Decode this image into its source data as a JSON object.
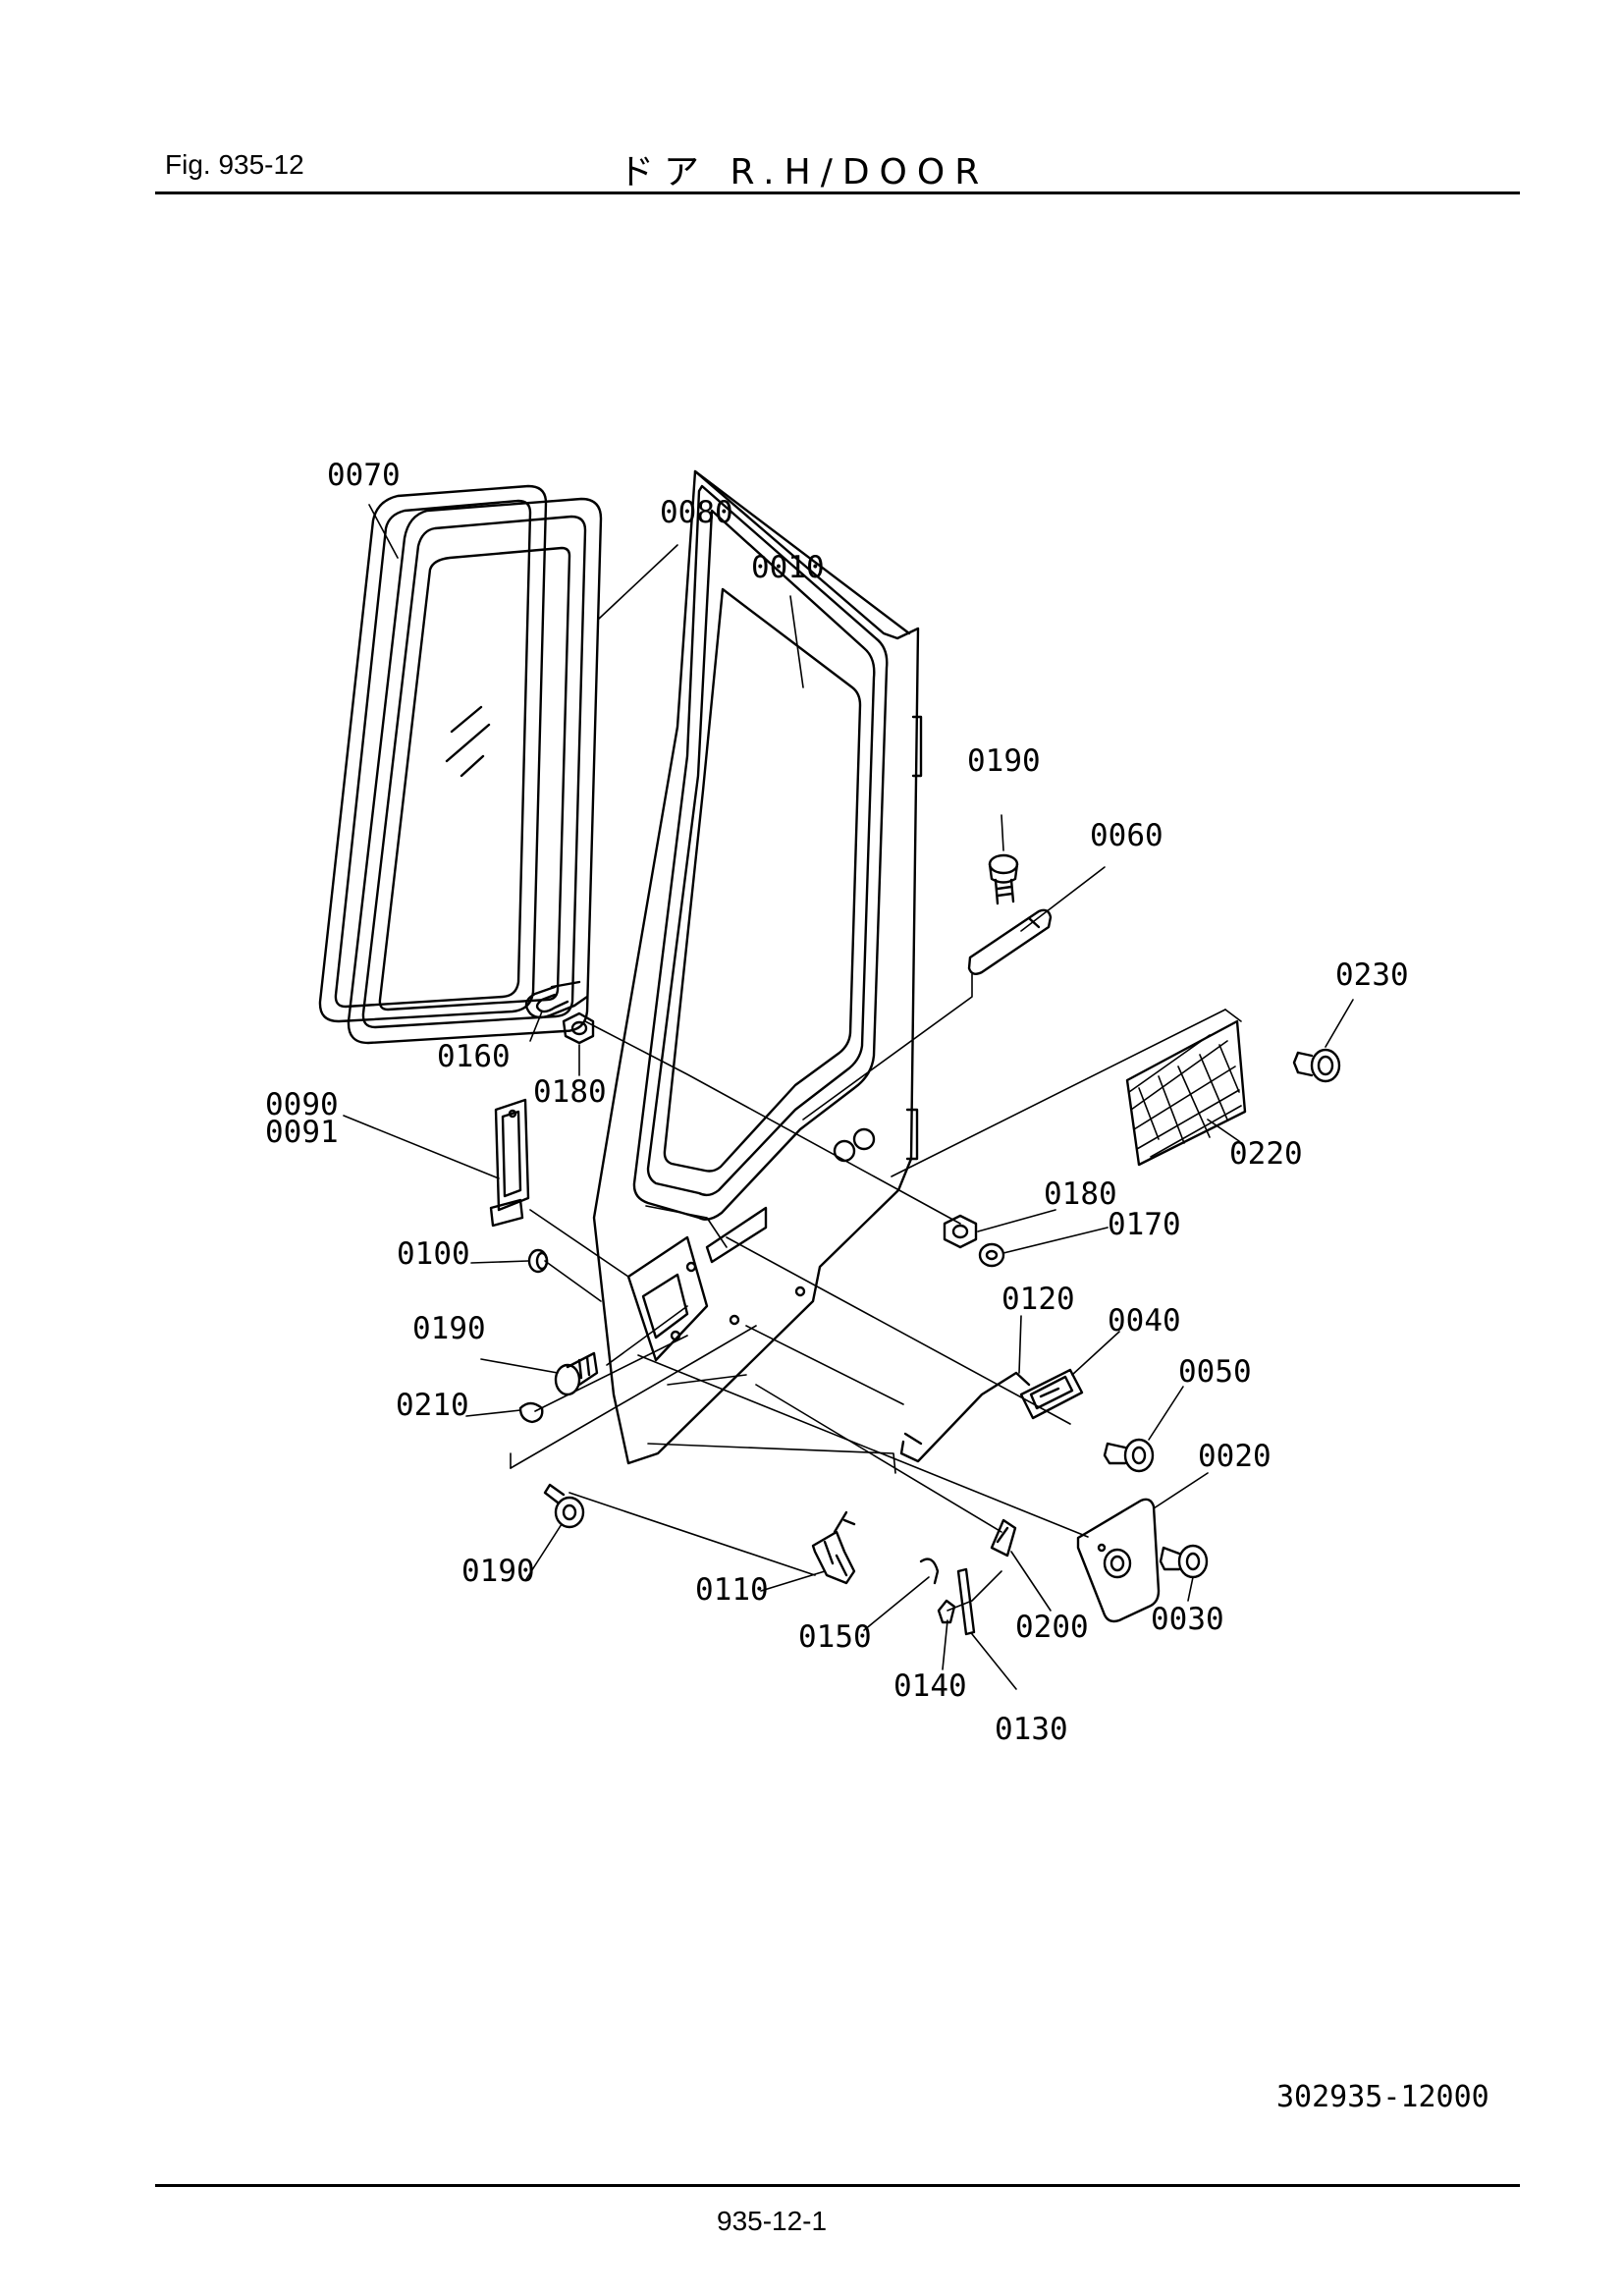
{
  "header": {
    "figure": "Fig.  935-12",
    "title": "ドア R.H/DOOR"
  },
  "footer": {
    "drawing_number": "302935-12000",
    "page": "935-12-1"
  },
  "parts": [
    {
      "id": "0070",
      "label": "0070"
    },
    {
      "id": "0080",
      "label": "0080"
    },
    {
      "id": "0010",
      "label": "0010"
    },
    {
      "id": "0190a",
      "label": "0190"
    },
    {
      "id": "0060",
      "label": "0060"
    },
    {
      "id": "0230",
      "label": "0230"
    },
    {
      "id": "0160",
      "label": "0160"
    },
    {
      "id": "0180a",
      "label": "0180"
    },
    {
      "id": "0090",
      "label": "0090"
    },
    {
      "id": "0091",
      "label": "0091"
    },
    {
      "id": "0220",
      "label": "0220"
    },
    {
      "id": "0180b",
      "label": "0180"
    },
    {
      "id": "0170",
      "label": "0170"
    },
    {
      "id": "0100",
      "label": "0100"
    },
    {
      "id": "0120",
      "label": "0120"
    },
    {
      "id": "0040",
      "label": "0040"
    },
    {
      "id": "0190b",
      "label": "0190"
    },
    {
      "id": "0050",
      "label": "0050"
    },
    {
      "id": "0210",
      "label": "0210"
    },
    {
      "id": "0020",
      "label": "0020"
    },
    {
      "id": "0190c",
      "label": "0190"
    },
    {
      "id": "0110",
      "label": "0110"
    },
    {
      "id": "0200",
      "label": "0200"
    },
    {
      "id": "0030",
      "label": "0030"
    },
    {
      "id": "0150",
      "label": "0150"
    },
    {
      "id": "0140",
      "label": "0140"
    },
    {
      "id": "0130",
      "label": "0130"
    }
  ]
}
